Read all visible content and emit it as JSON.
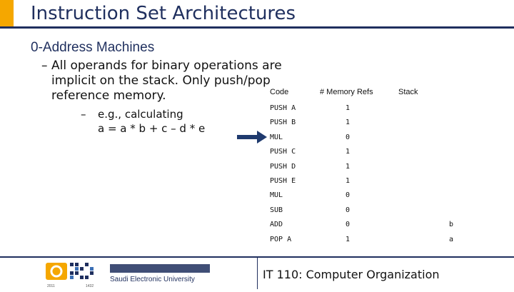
{
  "slide": {
    "title": "Instruction Set Architectures",
    "subtitle": "0-Address Machines",
    "bullet_text_line1": "All operands for binary operations are",
    "bullet_text_line2": "implicit on the stack. Only push/pop",
    "bullet_text_line3": "reference memory.",
    "sub_bullet_line1": "e.g., calculating",
    "sub_bullet_line2": "a = a * b + c – d * e",
    "dash": "–",
    "course": "IT 110: Computer Organization"
  },
  "table": {
    "headers": [
      "Code",
      "# Memory Refs",
      "Stack"
    ],
    "rows": [
      {
        "code": "PUSH A",
        "refs": "1",
        "stack": ""
      },
      {
        "code": "PUSH B",
        "refs": "1",
        "stack": ""
      },
      {
        "code": "MUL",
        "refs": "0",
        "stack": ""
      },
      {
        "code": "PUSH C",
        "refs": "1",
        "stack": ""
      },
      {
        "code": "PUSH D",
        "refs": "1",
        "stack": ""
      },
      {
        "code": "PUSH E",
        "refs": "1",
        "stack": ""
      },
      {
        "code": "MUL",
        "refs": "0",
        "stack": ""
      },
      {
        "code": "SUB",
        "refs": "0",
        "stack": ""
      },
      {
        "code": "ADD",
        "refs": "0",
        "stack": "b"
      },
      {
        "code": "POP A",
        "refs": "1",
        "stack": "a"
      }
    ]
  },
  "logo": {
    "english_top": "Saudi Electronic University",
    "year_left": "2011",
    "year_right": "1432"
  },
  "colors": {
    "accent": "#f5a700",
    "navy": "#1f2f5e",
    "arrow": "#1f3a6e"
  }
}
